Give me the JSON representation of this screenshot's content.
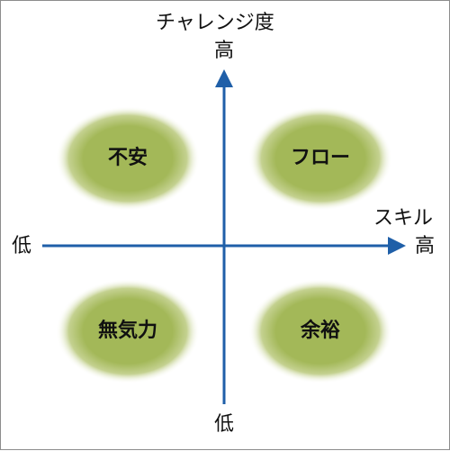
{
  "axes": {
    "vertical_label": "チャレンジ度",
    "vertical_high": "高",
    "vertical_low": "低",
    "horizontal_label": "スキル",
    "horizontal_high": "高",
    "horizontal_low": "低",
    "axis_color": "#1f5fa8"
  },
  "quadrants": {
    "top_left": "不安",
    "top_right": "フロー",
    "bottom_left": "無気力",
    "bottom_right": "余裕",
    "fill_center_color": "#a3b858",
    "fill_edge_color": "#ffffff"
  }
}
